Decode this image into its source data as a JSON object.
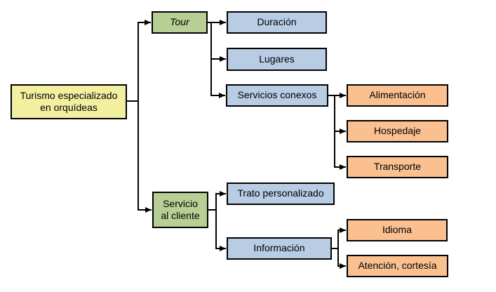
{
  "diagram": {
    "type": "tree",
    "background": "#FFFFFF",
    "nodes": {
      "root": "Turismo especializado\nen orquídeas",
      "tour": "Tour",
      "servicio_cliente": "Servicio\nal cliente",
      "duracion": "Duración",
      "lugares": "Lugares",
      "servicios_conexos": "Servicios conexos",
      "trato_personalizado": "Trato personalizado",
      "informacion": "Información",
      "alimentacion": "Alimentación",
      "hospedaje": "Hospedaje",
      "transporte": "Transporte",
      "idioma": "Idioma",
      "atencion_cortesia": "Atención, cortesía"
    },
    "colors": {
      "root_fill": "#F2EFA0",
      "branch_fill": "#B7CE95",
      "category_fill": "#B8CCE4",
      "leaf_fill": "#FAC090",
      "border": "#000000",
      "connector": "#000000"
    },
    "edges": [
      {
        "from": "root",
        "to": "tour"
      },
      {
        "from": "root",
        "to": "servicio_cliente"
      },
      {
        "from": "tour",
        "to": "duracion"
      },
      {
        "from": "tour",
        "to": "lugares"
      },
      {
        "from": "tour",
        "to": "servicios_conexos"
      },
      {
        "from": "servicios_conexos",
        "to": "alimentacion"
      },
      {
        "from": "servicios_conexos",
        "to": "hospedaje"
      },
      {
        "from": "servicios_conexos",
        "to": "transporte"
      },
      {
        "from": "servicio_cliente",
        "to": "trato_personalizado"
      },
      {
        "from": "servicio_cliente",
        "to": "informacion"
      },
      {
        "from": "informacion",
        "to": "idioma"
      },
      {
        "from": "informacion",
        "to": "atencion_cortesia"
      }
    ]
  }
}
